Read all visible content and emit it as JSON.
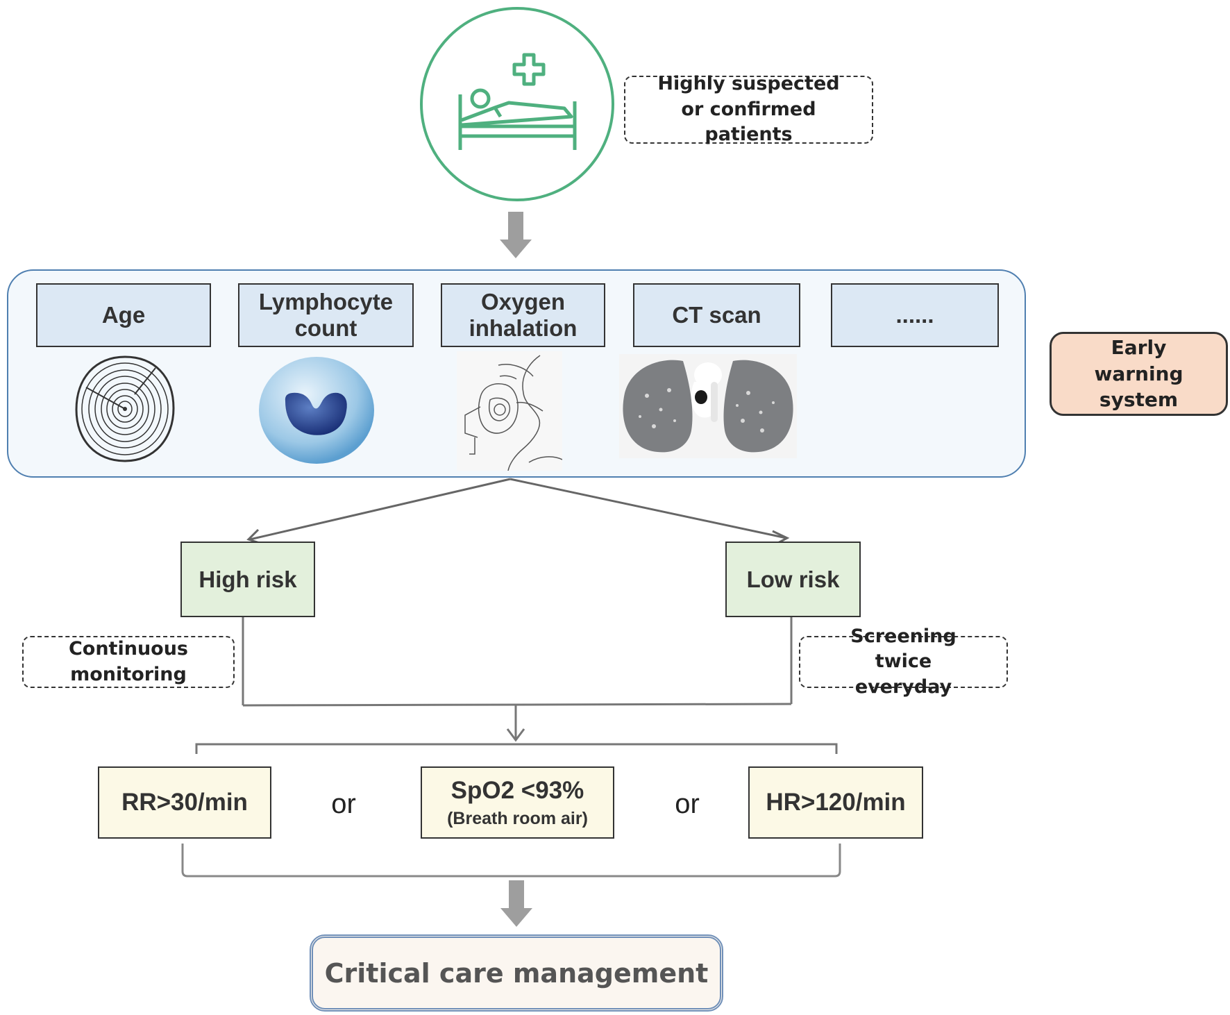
{
  "patient_label": "Highly suspected or confirmed patients",
  "factors": [
    {
      "label": "Age",
      "icon": "tree-rings-icon"
    },
    {
      "label": "Lymphocyte count",
      "icon": "lymphocyte-cell-icon"
    },
    {
      "label": "Oxygen inhalation",
      "icon": "oxygen-mask-icon"
    },
    {
      "label": "CT scan",
      "icon": "lung-ct-icon"
    },
    {
      "label": "......",
      "icon": ""
    }
  ],
  "early_warning": "Early warning system",
  "high_risk": {
    "label": "High risk",
    "note": "Continuous monitoring"
  },
  "low_risk": {
    "label": "Low risk",
    "note": "Screening twice everyday"
  },
  "criteria": [
    {
      "label": "RR>30/min",
      "sub": ""
    },
    {
      "label": "SpO2 <93%",
      "sub": "(Breath room air)"
    },
    {
      "label": "HR>120/min",
      "sub": ""
    }
  ],
  "connector": "or",
  "outcome": "Critical care management",
  "colors": {
    "patient_circle": "#4fb07f",
    "panel_border": "#4f7fb0",
    "factor_fill": "#dce8f4",
    "risk_fill": "#e3f0dc",
    "criteria_fill": "#fcf9e6",
    "warning_fill": "#f9dbc8",
    "arrow": "#9e9e9e"
  }
}
